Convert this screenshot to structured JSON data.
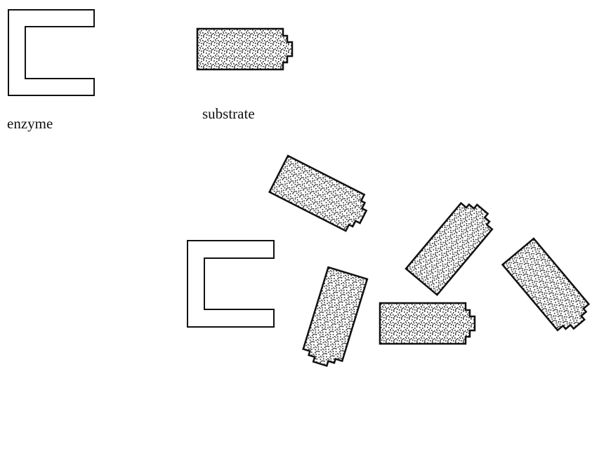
{
  "labels": {
    "enzyme": "enzyme",
    "substrate": "substrate"
  },
  "colors": {
    "outline": "#111111",
    "background": "#ffffff",
    "stipple": "#222222"
  },
  "shapes": {
    "enzyme_icon": "c-shaped-enzyme",
    "substrate_icon": "stippled-substrate-block"
  },
  "counts": {
    "enzymes": 2,
    "substrates": 6
  }
}
